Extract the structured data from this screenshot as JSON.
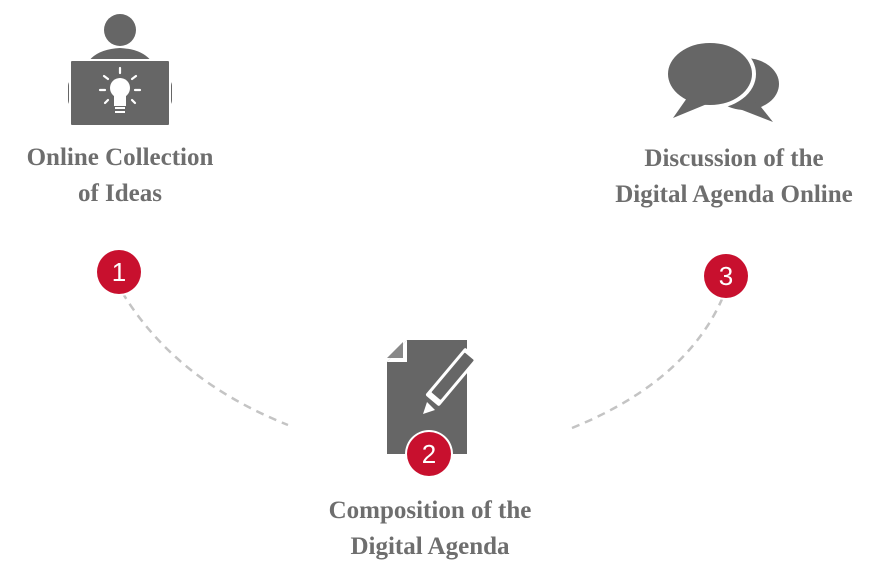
{
  "steps": [
    {
      "number": "1",
      "label_lines": [
        "Online Collection",
        "of Ideas"
      ],
      "icon": "person-laptop-idea-icon"
    },
    {
      "number": "2",
      "label_lines": [
        "Composition of the",
        "Digital Agenda"
      ],
      "icon": "document-pencil-icon"
    },
    {
      "number": "3",
      "label_lines": [
        "Discussion of the",
        "Digital Agenda Online"
      ],
      "icon": "speech-bubbles-icon"
    }
  ],
  "colors": {
    "accent": "#c8102e",
    "icon_gray": "#666666",
    "text_gray": "#6e6e6e",
    "connector": "#c4c4c4"
  }
}
